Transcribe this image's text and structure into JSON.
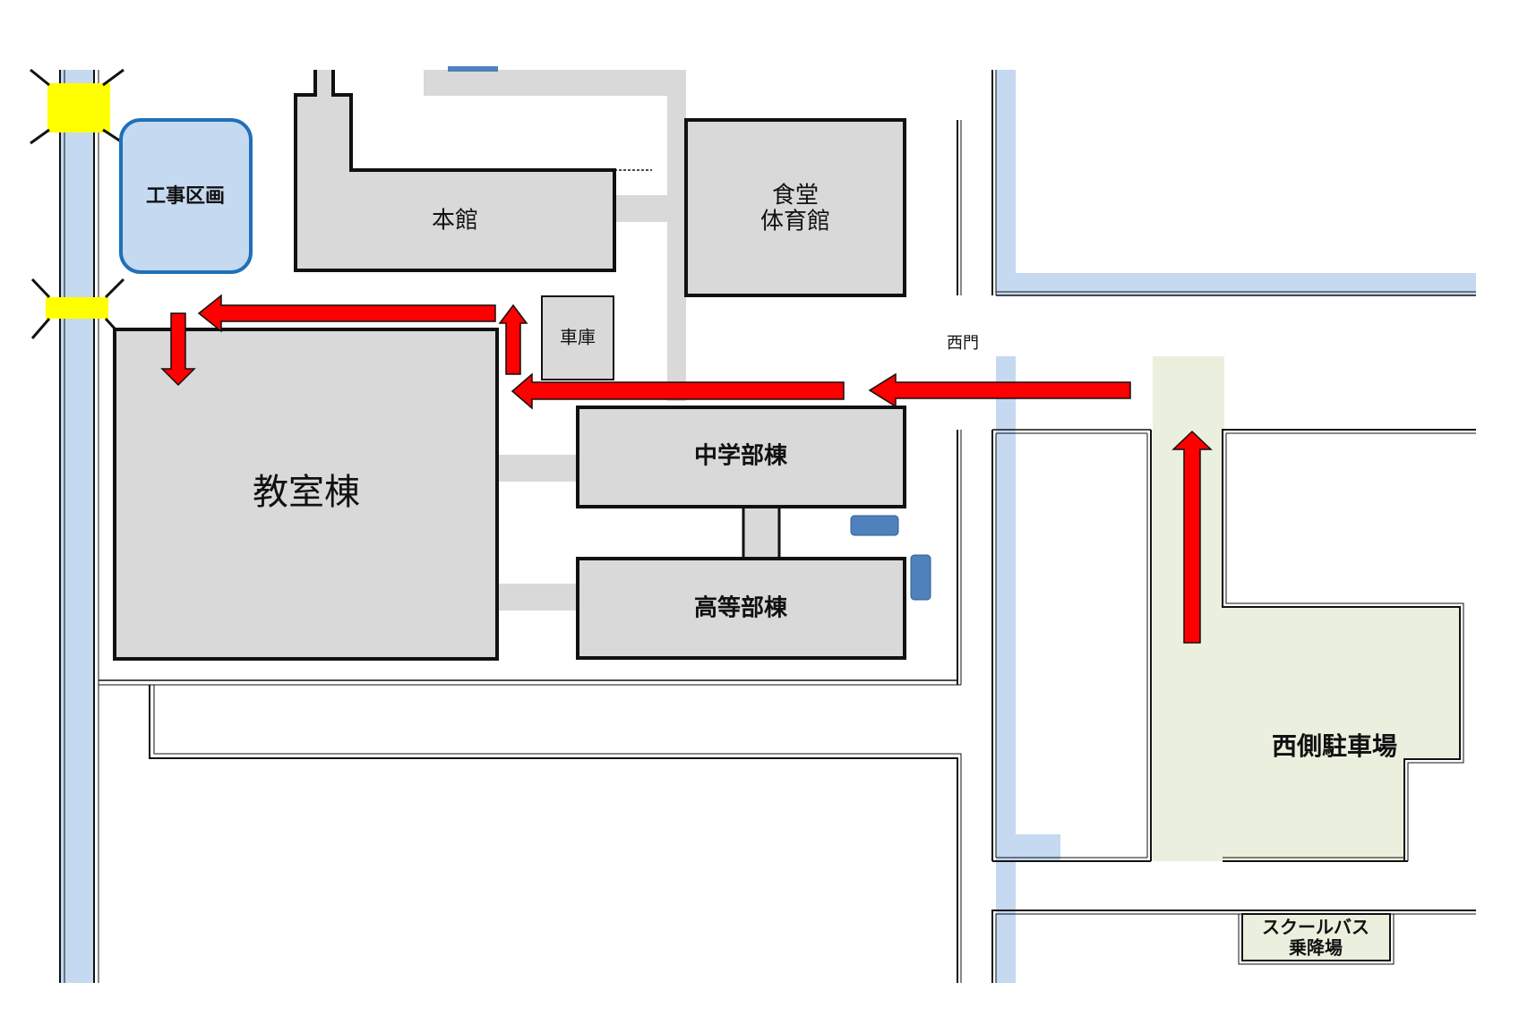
{
  "colors": {
    "background": "#ffffff",
    "building_fill": "#d9d9d9",
    "building_stroke": "#111111",
    "path_gray": "#d9d9d9",
    "water_blue": "#c5d9f0",
    "construction_fill": "#c5d9f0",
    "construction_stroke": "#1f70b9",
    "signal_yellow": "#ffff00",
    "parking_fill": "#ebefde",
    "arrow_red": "#ff0000",
    "arrow_outline": "#111111",
    "small_marker_blue": "#4f81bd"
  },
  "labels": {
    "construction": "工事区画",
    "main_building": "本館",
    "cafeteria_line1": "食堂",
    "cafeteria_line2": "体育館",
    "garage": "車庫",
    "west_gate": "西門",
    "classroom": "教室棟",
    "middle_school": "中学部棟",
    "high_school": "高等部棟",
    "west_parking": "西側駐車場",
    "bus_line1": "スクールバス",
    "bus_line2": "乗降場"
  },
  "icons": {
    "route_arrow": "red-arrow-icon",
    "signal": "traffic-signal-icon"
  }
}
